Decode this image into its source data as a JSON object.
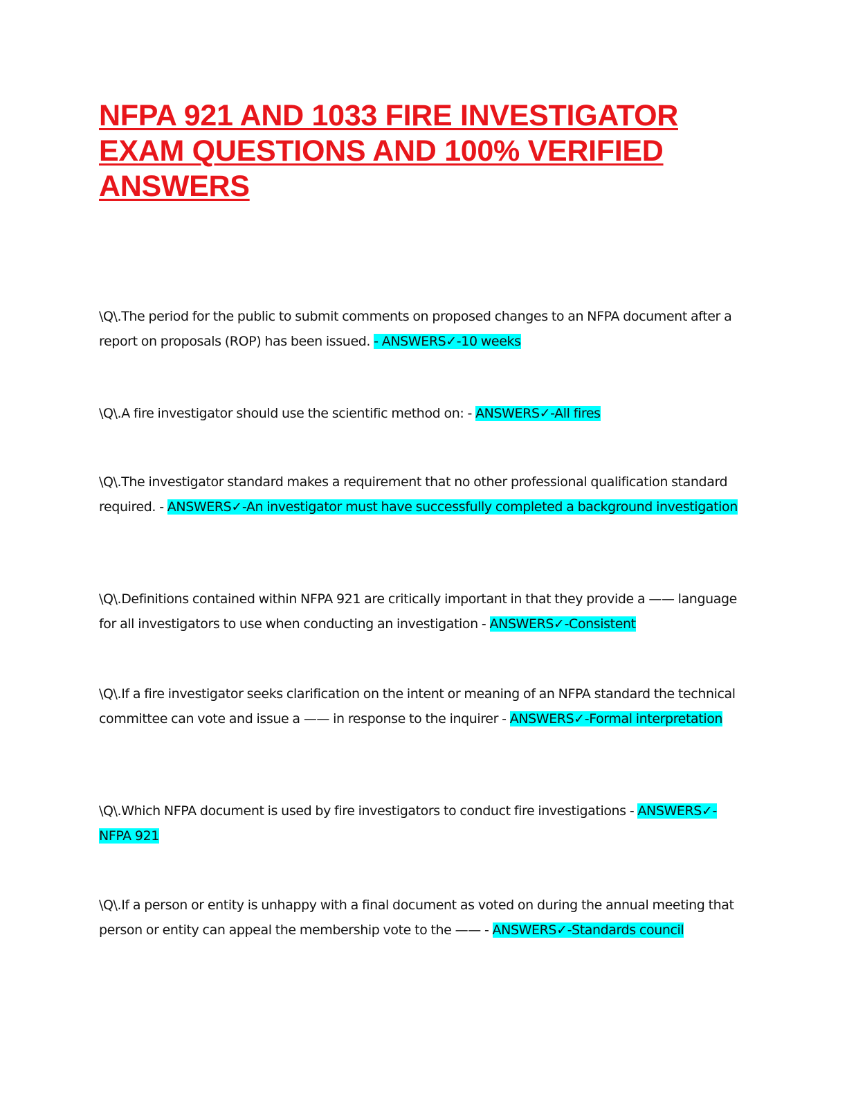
{
  "document": {
    "title": "NFPA 921 AND 1033 FIRE INVESTIGATOR EXAM QUESTIONS AND 100% VERIFIED ANSWERS",
    "highlight_color": "#00ffff",
    "title_color": "#e8161b",
    "items": [
      {
        "question": "\\Q\\.The period for the public to submit comments on proposed changes to an NFPA document after a report on proposals (ROP) has been issued. ",
        "answer": "- ANSWERS✓-10 weeks"
      },
      {
        "question": "\\Q\\.A fire investigator should use the scientific method on: - ",
        "answer": "ANSWERS✓-All fires"
      },
      {
        "question": "\\Q\\.The investigator standard makes a requirement that no other professional qualification standard required. - ",
        "answer": "ANSWERS✓-An investigator must have successfully completed a background investigation"
      },
      {
        "question": "\\Q\\.Definitions contained within NFPA 921 are critically important in that they provide a —— language for all investigators to use when conducting an investigation - ",
        "answer": "ANSWERS✓-Consistent"
      },
      {
        "question": "\\Q\\.If a fire investigator seeks clarification on the intent or meaning of an NFPA standard the technical committee can vote and issue a —— in response to the inquirer - ",
        "answer": "ANSWERS✓-Formal interpretation"
      },
      {
        "question": "\\Q\\.Which NFPA document is used by fire investigators to conduct fire investigations - ",
        "answer": "ANSWERS✓-NFPA 921"
      },
      {
        "question": "\\Q\\.If a person or entity is unhappy with a final document as voted on during the annual meeting that person or entity can appeal the membership vote to the —— - ",
        "answer": "ANSWERS✓-Standards council"
      }
    ]
  }
}
